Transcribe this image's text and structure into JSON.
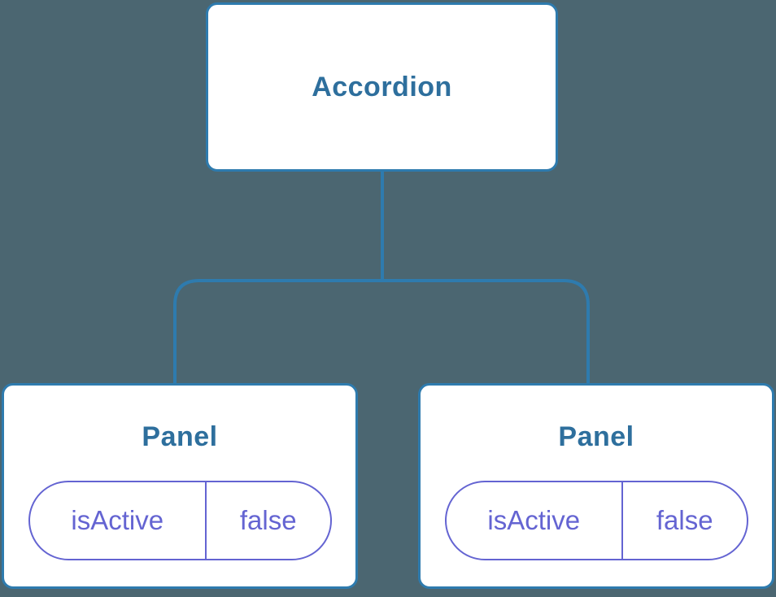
{
  "colors": {
    "background": "#4b6671",
    "node_fill": "#ffffff",
    "node_border": "#2e7bae",
    "node_text": "#2e6f9d",
    "connector": "#2e7bae",
    "state_color": "#6464d2"
  },
  "diagram": {
    "type": "component-tree",
    "root": {
      "label": "Accordion"
    },
    "children": [
      {
        "label": "Panel",
        "state": {
          "key": "isActive",
          "value": "false"
        }
      },
      {
        "label": "Panel",
        "state": {
          "key": "isActive",
          "value": "false"
        }
      }
    ]
  }
}
